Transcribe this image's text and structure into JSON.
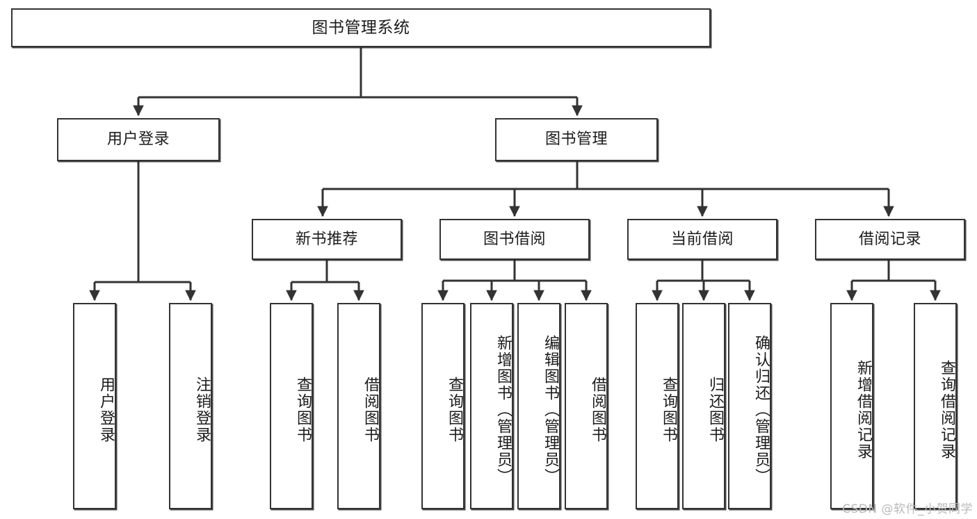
{
  "diagram": {
    "title": "图书管理系统",
    "type": "tree",
    "watermark": "CSDN @软件_小贺同学",
    "colors": {
      "node_border": "#333333",
      "node_fill": "#ffffff",
      "edge": "#333333",
      "text": "#1b1b1b",
      "watermark": "#b9b9b9"
    },
    "root": {
      "label": "图书管理系统"
    },
    "level1": [
      {
        "label": "用户登录"
      },
      {
        "label": "图书管理"
      }
    ],
    "level2": [
      {
        "label": "新书推荐"
      },
      {
        "label": "图书借阅"
      },
      {
        "label": "当前借阅"
      },
      {
        "label": "借阅记录"
      }
    ],
    "leaves": {
      "user_login": [
        {
          "label": "用户登录"
        },
        {
          "label": "注销登录"
        }
      ],
      "new_book_recommend": [
        {
          "label": "查询图书"
        },
        {
          "label": "借阅图书"
        }
      ],
      "book_borrow": [
        {
          "label": "查询图书"
        },
        {
          "label": "新增图书（管理员）"
        },
        {
          "label": "编辑图书（管理员）"
        },
        {
          "label": "借阅图书"
        }
      ],
      "current_borrow": [
        {
          "label": "查询图书"
        },
        {
          "label": "归还图书"
        },
        {
          "label": "确认归还（管理员）"
        }
      ],
      "borrow_record": [
        {
          "label": "新增借阅记录"
        },
        {
          "label": "查询借阅记录"
        }
      ]
    }
  }
}
